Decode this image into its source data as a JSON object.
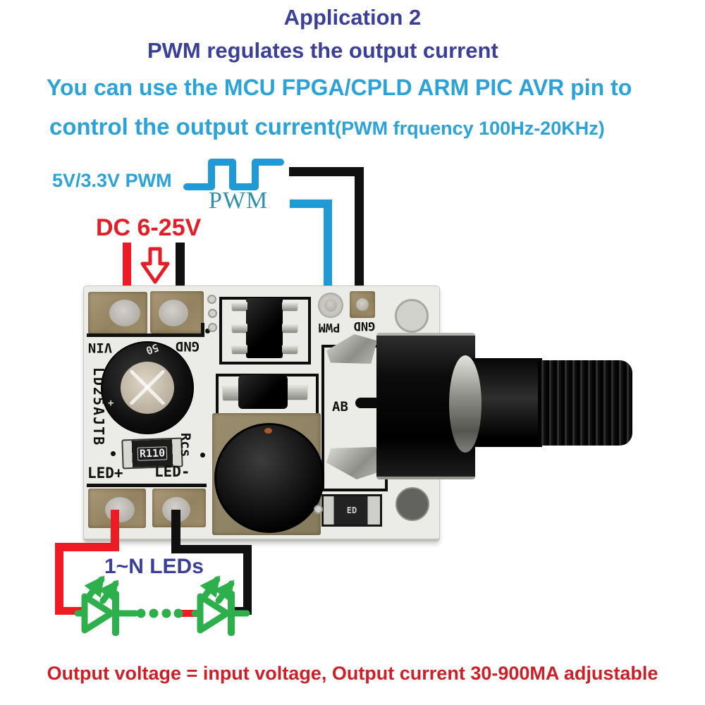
{
  "header": {
    "title": "Application 2",
    "subtitle": "PWM regulates the output current",
    "line3": "You can use the MCU FPGA/CPLD ARM PIC AVR  pin to",
    "line4_main": "control the output current",
    "line4_paren": "(PWM frquency 100Hz-20KHz)"
  },
  "annotations": {
    "pwm_input_label": "5V/3.3V PWM",
    "pwm_wave_caption": "PWM",
    "dc_input_label": "DC 6-25V",
    "led_chain_label": "1~N LEDs",
    "bottom_note": "Output voltage = input voltage, Output current 30-900MA adjustable"
  },
  "board_silkscreen": {
    "vin": "VIN",
    "gnd_input": "GND",
    "pwm_pin": "PWM",
    "gnd_pin": "GND",
    "led_plus": "LED+",
    "led_minus": "LED-",
    "current_sense": "Rcs",
    "part_number": "LD25AJTB",
    "adjust": "AB",
    "resistor_value": "R110",
    "smd_code": "ED",
    "capacitor_marking": "50"
  },
  "colors": {
    "accent_indigo": "#3b3f99",
    "accent_cyan": "#2ba3d8",
    "serif_teal": "#2d90ad",
    "accent_red": "#e31e26",
    "note_red": "#cb2027",
    "led_green": "#2db04c",
    "wire_blue": "#1f9ad6",
    "wire_red": "#ee1b24",
    "wire_black": "#101010"
  }
}
